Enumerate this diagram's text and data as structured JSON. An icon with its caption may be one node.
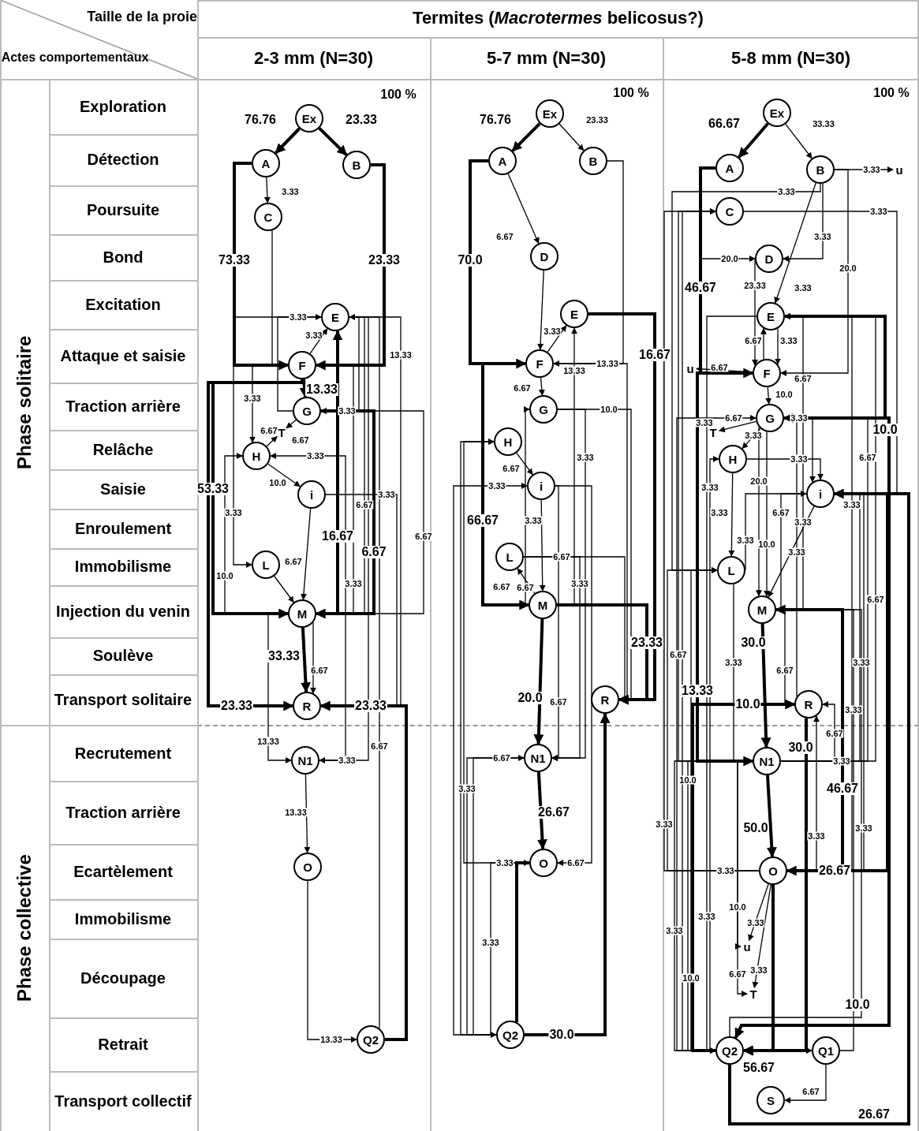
{
  "diagram": {
    "title": "Termites (*Macrotermes* belicosus?)",
    "nodes": [
      {
        "text": [
          "Ex"
        ]
      },
      {
        "text": [
          "A"
        ]
      },
      {
        "text": [
          "B"
        ]
      },
      {
        "text": [
          "C"
        ]
      },
      {
        "text": [
          "E"
        ]
      },
      {
        "text": [
          "F"
        ]
      },
      {
        "text": [
          "G"
        ]
      },
      {
        "text": [
          "T"
        ]
      },
      {
        "text": [
          "H"
        ]
      },
      {
        "text": [
          "i"
        ]
      },
      {
        "text": [
          "L"
        ]
      },
      {
        "text": [
          "M"
        ]
      },
      {
        "text": [
          "R"
        ]
      },
      {
        "text": [
          "N1"
        ]
      },
      {
        "text": [
          "O"
        ]
      },
      {
        "text": [
          "Q2"
        ]
      },
      {
        "text": [
          "Ex"
        ]
      },
      {
        "text": [
          "A"
        ]
      },
      {
        "text": [
          "B"
        ]
      },
      {
        "text": [
          "D"
        ]
      },
      {
        "text": [
          "E"
        ]
      },
      {
        "text": [
          "F"
        ]
      },
      {
        "text": [
          "G"
        ]
      },
      {
        "text": [
          "H"
        ]
      },
      {
        "text": [
          "i"
        ]
      },
      {
        "text": [
          "L"
        ]
      },
      {
        "text": [
          "M"
        ]
      },
      {
        "text": [
          "R"
        ]
      },
      {
        "text": [
          "N1"
        ]
      },
      {
        "text": [
          "O"
        ]
      },
      {
        "text": [
          "Q2"
        ]
      },
      {
        "text": [
          "Ex"
        ]
      },
      {
        "text": [
          "A"
        ]
      },
      {
        "text": [
          "B"
        ]
      },
      {
        "text": [
          "u"
        ]
      },
      {
        "text": [
          "C"
        ]
      },
      {
        "text": [
          "D"
        ]
      },
      {
        "text": [
          "E"
        ]
      },
      {
        "text": [
          "u"
        ]
      },
      {
        "text": [
          "F"
        ]
      },
      {
        "text": [
          "G"
        ]
      },
      {
        "text": [
          "T"
        ]
      },
      {
        "text": [
          "H"
        ]
      },
      {
        "text": [
          "i"
        ]
      },
      {
        "text": [
          "L"
        ]
      },
      {
        "text": [
          "M"
        ]
      },
      {
        "text": [
          "R"
        ]
      },
      {
        "text": [
          "N1"
        ]
      },
      {
        "text": [
          "O"
        ]
      },
      {
        "text": [
          "u"
        ]
      },
      {
        "text": [
          "T"
        ]
      },
      {
        "text": [
          "Q2"
        ]
      },
      {
        "text": [
          "Q1"
        ]
      },
      {
        "text": [
          "S"
        ]
      }
    ],
    "edges": [
      {
        "from": 0,
        "to": 1,
        "arrow": "to",
        "label": "76.76",
        "style": "thick"
      },
      {
        "from": 0,
        "to": 2,
        "arrow": "to",
        "label": "23.33",
        "style": "thick"
      },
      {
        "from": 1,
        "to": 3,
        "arrow": "to",
        "label": "3.33"
      },
      {
        "from": 1,
        "to": 5,
        "arrow": "to",
        "label": "73.33",
        "style": "thick"
      },
      {
        "from": 2,
        "to": 5,
        "arrow": "to",
        "label": "23.33",
        "style": "thick"
      },
      {
        "from": 3,
        "to": 5,
        "arrow": "to"
      },
      {
        "from": 6,
        "to": 4,
        "arrow": "to",
        "label": "3.33"
      },
      {
        "from": 5,
        "to": 4,
        "arrow": "to",
        "label": "3.33"
      },
      {
        "from": 4,
        "to": 12,
        "arrow": "to",
        "label": "13.33"
      },
      {
        "from": 5,
        "to": 6,
        "arrow": "to",
        "label": "13.33",
        "style": "thick"
      },
      {
        "from": 5,
        "to": 8,
        "arrow": "to",
        "label": "3.33"
      },
      {
        "from": 4,
        "to": 6,
        "arrow": "to",
        "label": "3.33"
      },
      {
        "from": 6,
        "to": 7,
        "arrow": "to",
        "label": "6.67"
      },
      {
        "from": 8,
        "to": 7,
        "arrow": "to",
        "label": "6.67"
      },
      {
        "from": 13,
        "to": 8,
        "arrow": "to",
        "label": "3.33"
      },
      {
        "from": 8,
        "to": 9,
        "arrow": "to",
        "label": "10.0"
      },
      {
        "from": 9,
        "to": 12,
        "arrow": "to",
        "label": "3.33"
      },
      {
        "from": 11,
        "to": 4,
        "arrow": "to",
        "label": "16.67",
        "style": "thick"
      },
      {
        "from": 11,
        "to": 6,
        "arrow": "to",
        "label": "6.67"
      },
      {
        "from": 4,
        "to": 10,
        "arrow": "to",
        "label": "3.33"
      },
      {
        "from": 9,
        "to": 11,
        "arrow": "to",
        "label": "6.67"
      },
      {
        "from": 5,
        "to": 11,
        "arrow": "to",
        "label": "3.33"
      },
      {
        "from": 11,
        "to": 8,
        "arrow": "to",
        "label": "10.0"
      },
      {
        "from": 10,
        "to": 11,
        "arrow": "to"
      },
      {
        "from": 5,
        "to": 11,
        "arrow": "to",
        "label": "53.33",
        "style": "thick"
      },
      {
        "from": 6,
        "to": 11,
        "arrow": "to",
        "label": "6.67",
        "style": "thick"
      },
      {
        "from": 4,
        "to": 11,
        "arrow": "to",
        "label": "6.67"
      },
      {
        "from": 5,
        "to": 12,
        "arrow": "to",
        "label": "23.33",
        "style": "thick"
      },
      {
        "from": 11,
        "to": 12,
        "arrow": "to",
        "label": "33.33",
        "style": "thick"
      },
      {
        "from": 11,
        "to": 12,
        "arrow": "to",
        "label": "6.67"
      },
      {
        "from": 15,
        "to": 12,
        "arrow": "to",
        "label": "23.33",
        "style": "thick"
      },
      {
        "from": 15,
        "to": 4,
        "arrow": "to",
        "label": "6.67"
      },
      {
        "from": 11,
        "to": 13,
        "arrow": "to",
        "label": "13.33"
      },
      {
        "from": 4,
        "to": 13,
        "arrow": "to",
        "label": "3.33"
      },
      {
        "from": 13,
        "to": 14,
        "arrow": "to",
        "label": "13.33"
      },
      {
        "from": 14,
        "to": 15,
        "arrow": "to",
        "label": "13.33"
      },
      {
        "from": 16,
        "to": 17,
        "arrow": "to",
        "label": "76.76",
        "style": "thick"
      },
      {
        "from": 16,
        "to": 18,
        "arrow": "to",
        "label": "23.33"
      },
      {
        "from": 17,
        "to": 19,
        "arrow": "to",
        "label": "6.67"
      },
      {
        "from": 17,
        "to": 21,
        "arrow": "to",
        "label": "70.0",
        "style": "thick"
      },
      {
        "from": 19,
        "to": 21,
        "arrow": "to"
      },
      {
        "from": 18,
        "to": 21,
        "arrow": "to"
      },
      {
        "from": 21,
        "to": 20,
        "arrow": "to",
        "label": "3.33"
      },
      {
        "from": 20,
        "to": 27,
        "arrow": "to",
        "label": "16.67",
        "style": "thick"
      },
      {
        "from": 21,
        "to": 27,
        "arrow": "to",
        "label": "13.33"
      },
      {
        "from": 22,
        "to": 27,
        "arrow": "to",
        "label": "10.0"
      },
      {
        "from": 21,
        "to": 22,
        "arrow": "to",
        "label": "6.67"
      },
      {
        "from": 21,
        "to": 26,
        "arrow": "to",
        "label": "66.67",
        "style": "thick"
      },
      {
        "from": 26,
        "to": 20,
        "arrow": "to",
        "label": "13.33"
      },
      {
        "from": 26,
        "to": 22,
        "arrow": "to",
        "label": "6.67"
      },
      {
        "from": 22,
        "to": 28,
        "arrow": "to",
        "label": "3.33"
      },
      {
        "from": 23,
        "to": 24,
        "arrow": "to",
        "label": "6.67"
      },
      {
        "from": 30,
        "to": 24,
        "arrow": "to",
        "label": "3.33"
      },
      {
        "from": 24,
        "to": 26,
        "arrow": "to",
        "label": "3.33"
      },
      {
        "from": 24,
        "to": 29,
        "arrow": "to",
        "label": "6.67"
      },
      {
        "from": 25,
        "to": 27,
        "arrow": "to",
        "label": "6.67"
      },
      {
        "from": 25,
        "to": 28,
        "arrow": "to",
        "label": "3.33"
      },
      {
        "from": 26,
        "to": 25,
        "arrow": "to",
        "label": "6.67"
      },
      {
        "from": 26,
        "to": 27,
        "arrow": "to",
        "label": "23.33",
        "style": "thick"
      },
      {
        "from": 26,
        "to": 28,
        "arrow": "to",
        "label": "20.0",
        "style": "thick"
      },
      {
        "from": 24,
        "to": 28,
        "arrow": "to",
        "label": "6.67"
      },
      {
        "from": 30,
        "to": 23,
        "arrow": "to"
      },
      {
        "from": 30,
        "to": 28,
        "arrow": "to",
        "label": "6.67"
      },
      {
        "from": 28,
        "to": 30,
        "arrow": "to",
        "label": "3.33"
      },
      {
        "from": 29,
        "to": 23,
        "arrow": "to",
        "label": "3.33"
      },
      {
        "from": 28,
        "to": 29,
        "arrow": "to",
        "label": "26.67",
        "style": "thick"
      },
      {
        "from": 30,
        "to": 29,
        "arrow": "to",
        "label": "3.33"
      },
      {
        "from": 29,
        "to": 30,
        "arrow": "none",
        "style": "thick"
      },
      {
        "from": 30,
        "to": 27,
        "arrow": "to",
        "label": "30.0",
        "style": "thick"
      },
      {
        "from": 31,
        "to": 32,
        "arrow": "to",
        "label": "66.67",
        "style": "thick"
      },
      {
        "from": 31,
        "to": 33,
        "arrow": "to",
        "label": "33.33"
      },
      {
        "from": 33,
        "to": 34,
        "arrow": "to",
        "label": "3.33"
      },
      {
        "from": 33,
        "to": 44,
        "arrow": "to",
        "label": "3.33"
      },
      {
        "from": 35,
        "to": 43,
        "arrow": "to",
        "label": "3.33"
      },
      {
        "from": 51,
        "to": 35,
        "arrow": "to"
      },
      {
        "from": 32,
        "to": 36,
        "arrow": "to",
        "label": "20.0"
      },
      {
        "from": 32,
        "to": 39,
        "arrow": "to",
        "label": "46.67",
        "style": "thick"
      },
      {
        "from": 33,
        "to": 36,
        "arrow": "to",
        "label": "3.33"
      },
      {
        "from": 33,
        "to": 37,
        "arrow": "to",
        "label": "3.33"
      },
      {
        "from": 33,
        "to": 39,
        "arrow": "to",
        "label": "20.0"
      },
      {
        "from": 36,
        "to": 39,
        "arrow": "to",
        "label": "23.33"
      },
      {
        "from": 39,
        "to": 37,
        "arrow": "to",
        "label": "6.67"
      },
      {
        "from": 37,
        "to": 39,
        "arrow": "to",
        "label": "3.33"
      },
      {
        "from": 45,
        "to": 37,
        "arrow": "to",
        "label": "6.67"
      },
      {
        "from": 37,
        "to": 40,
        "arrow": "to",
        "label": "10.0",
        "style": "thick"
      },
      {
        "from": 39,
        "to": 38,
        "arrow": "to",
        "label": "6.67"
      },
      {
        "from": 39,
        "to": 40,
        "arrow": "to",
        "label": "10.0"
      },
      {
        "from": 39,
        "to": 47,
        "arrow": "to",
        "label": "13.33",
        "style": "thick"
      },
      {
        "from": 51,
        "to": 40,
        "arrow": "to",
        "label": "6.67"
      },
      {
        "from": 40,
        "to": 41,
        "arrow": "to",
        "label": "3.33"
      },
      {
        "from": 40,
        "to": 42,
        "arrow": "to",
        "label": "3.33"
      },
      {
        "from": 40,
        "to": 43,
        "arrow": "to",
        "label": "3.33"
      },
      {
        "from": 40,
        "to": 45,
        "arrow": "to",
        "label": "20.0"
      },
      {
        "from": 40,
        "to": 45,
        "arrow": "to",
        "label": "10.0"
      },
      {
        "from": 46,
        "to": 40,
        "arrow": "to",
        "label": "3.33"
      },
      {
        "from": 42,
        "to": 43,
        "arrow": "to",
        "label": "3.33"
      },
      {
        "from": 47,
        "to": 40,
        "arrow": "to",
        "label": "6.67"
      },
      {
        "from": 42,
        "to": 44,
        "arrow": "to",
        "label": "3.33"
      },
      {
        "from": 51,
        "to": 42,
        "arrow": "to",
        "label": "3.33"
      },
      {
        "from": 43,
        "to": 45,
        "arrow": "to",
        "label": "6.67"
      },
      {
        "from": 43,
        "to": 45,
        "arrow": "to",
        "label": "3.33"
      },
      {
        "from": 44,
        "to": 43,
        "arrow": "to",
        "label": "3.33"
      },
      {
        "from": 48,
        "to": 45,
        "arrow": "to",
        "label": "46.67",
        "style": "thick"
      },
      {
        "from": 48,
        "to": 46,
        "arrow": "to",
        "label": "3.33"
      },
      {
        "from": 52,
        "to": 45,
        "arrow": "to",
        "label": "3.33"
      },
      {
        "from": 47,
        "to": 46,
        "arrow": "to",
        "label": "6.67"
      },
      {
        "from": 44,
        "to": 47,
        "arrow": "to",
        "label": "3.33"
      },
      {
        "from": 45,
        "to": 47,
        "arrow": "to",
        "label": "30.0",
        "style": "thick"
      },
      {
        "from": 35,
        "to": 47,
        "arrow": "to",
        "label": "6.67"
      },
      {
        "from": 51,
        "to": 45,
        "arrow": "to",
        "label": "3.33"
      },
      {
        "from": 45,
        "to": 46,
        "arrow": "to",
        "label": "6.67"
      },
      {
        "from": 51,
        "to": 46,
        "arrow": "to",
        "label": "10.0",
        "style": "thick"
      },
      {
        "from": 51,
        "to": 47,
        "arrow": "to",
        "label": "3.33"
      },
      {
        "from": 46,
        "to": 51,
        "arrow": "to",
        "label": "30.0",
        "style": "thick"
      },
      {
        "from": 47,
        "to": 43,
        "arrow": "to",
        "label": "3.33"
      },
      {
        "from": 47,
        "to": 37,
        "arrow": "to",
        "label": "6.67"
      },
      {
        "from": 51,
        "to": 47,
        "arrow": "to",
        "label": "10.0"
      },
      {
        "from": 48,
        "to": 35,
        "arrow": "to",
        "label": "3.33"
      },
      {
        "from": 47,
        "to": 48,
        "arrow": "to",
        "label": "50.0",
        "style": "thick"
      },
      {
        "from": 48,
        "to": 43,
        "arrow": "to",
        "label": "3.33"
      },
      {
        "from": 48,
        "to": 44,
        "arrow": "to",
        "label": "3.33"
      },
      {
        "from": 43,
        "to": 48,
        "arrow": "to",
        "label": "26.67",
        "style": "thick"
      },
      {
        "from": 48,
        "to": 37,
        "arrow": "to",
        "label": "3.33"
      },
      {
        "from": 37,
        "to": 51,
        "arrow": "to",
        "label": "3.33"
      },
      {
        "from": 48,
        "to": 49,
        "arrow": "to",
        "label": "3.33"
      },
      {
        "from": 47,
        "to": 49,
        "arrow": "to",
        "label": "10.0"
      },
      {
        "from": 48,
        "to": 50,
        "arrow": "to",
        "label": "3.33"
      },
      {
        "from": 47,
        "to": 50,
        "arrow": "to",
        "label": "6.67"
      },
      {
        "from": 44,
        "to": 51,
        "arrow": "to",
        "label": "10.0"
      },
      {
        "from": 40,
        "to": 51,
        "arrow": "to",
        "label": "10.0",
        "style": "thick"
      },
      {
        "from": 48,
        "to": 51,
        "arrow": "to",
        "label": "56.67",
        "style": "thick"
      },
      {
        "from": 48,
        "to": 52,
        "arrow": "to"
      },
      {
        "from": 52,
        "to": 53,
        "arrow": "to",
        "label": "6.67"
      },
      {
        "from": 51,
        "to": 43,
        "arrow": "to",
        "label": "26.67",
        "style": "thick"
      }
    ],
    "labels": [
      "Taille de la proie",
      "Actes comportementaux",
      "2-3 mm (N=30)",
      "5-7 mm (N=30)",
      "5-8 mm (N=30)",
      "100 %",
      "100 %",
      "100 %",
      "Phase solitaire",
      "Exploration",
      "Détection",
      "Poursuite",
      "Bond",
      "Excitation",
      "Attaque et saisie",
      "Traction arrière",
      "Relâche",
      "Saisie",
      "Enroulement",
      "Immobilisme",
      "Injection du venin",
      "Soulève",
      "Transport solitaire",
      "Phase collective",
      "Recrutement",
      "Traction arrière",
      "Ecartèlement",
      "Immobilisme",
      "Découpage",
      "Retrait",
      "Transport collectif"
    ]
  }
}
